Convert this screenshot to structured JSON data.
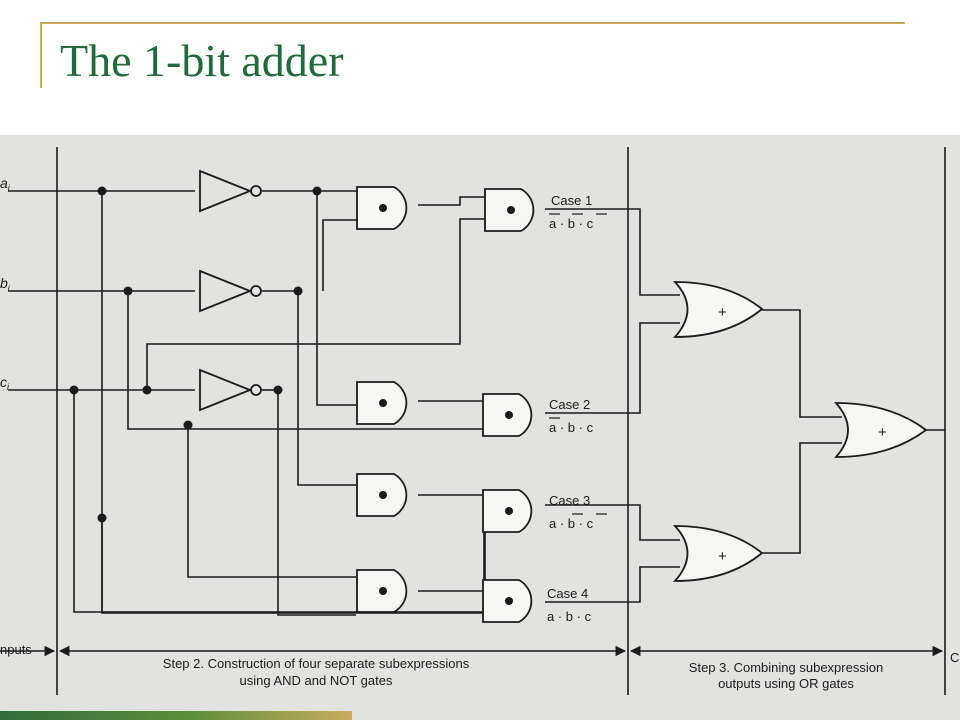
{
  "title": "The 1-bit adder",
  "inputs": {
    "a": "a",
    "b": "b",
    "c": "c",
    "subscript": "i"
  },
  "cases": [
    {
      "label": "Case 1",
      "expr": "a · b · c"
    },
    {
      "label": "Case 2",
      "expr": "a · b · c"
    },
    {
      "label": "Case 3",
      "expr": "a · b · c"
    },
    {
      "label": "Case 4",
      "expr": "a · b · c"
    }
  ],
  "or_symbol": "+",
  "captions": {
    "inputs": "nputs",
    "step2_line1": "Step 2. Construction of four separate subexpressions",
    "step2_line2": "using AND and NOT gates",
    "step3_line1": "Step 3. Combining subexpression",
    "step3_line2": "outputs using OR gates",
    "output_fragment": "C"
  },
  "colors": {
    "title": "#1f6b3a",
    "accent": "#c9ad5b",
    "diagram_bg": "#e2e2e0",
    "ink": "#1b1b1b"
  }
}
